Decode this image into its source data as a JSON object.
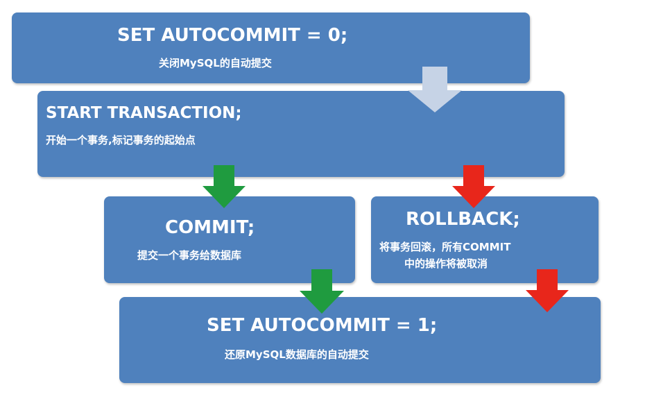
{
  "boxes": {
    "autocommit_off": {
      "title": "SET AUTOCOMMIT = 0;",
      "subtitle": "关闭MySQL的自动提交"
    },
    "start_transaction": {
      "title": "START TRANSACTION;",
      "subtitle": "开始一个事务,标记事务的起始点"
    },
    "commit": {
      "title": "COMMIT;",
      "subtitle": "提交一个事务给数据库"
    },
    "rollback": {
      "title": "ROLLBACK;",
      "subtitle_line1": "将事务回滚，所有COMMIT",
      "subtitle_line2": "中的操作将被取消"
    },
    "autocommit_on": {
      "title": "SET AUTOCOMMIT = 1;",
      "subtitle": "还原MySQL数据库的自动提交"
    }
  },
  "colors": {
    "box_fill": "#4f81bd",
    "text": "#ffffff",
    "arrow_neutral": "#c6d3e6",
    "arrow_commit": "#1f9b3f",
    "arrow_rollback": "#e8261b"
  }
}
